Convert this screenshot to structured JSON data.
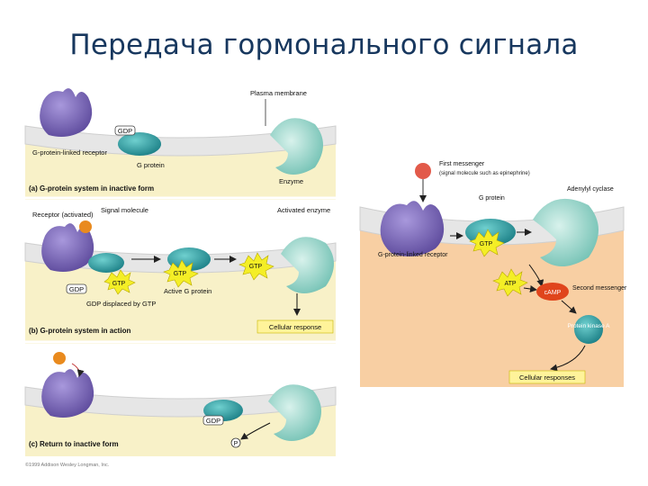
{
  "slide": {
    "title": "Передача гормонального сигнала"
  },
  "left_figure": {
    "panel_a": {
      "plasma_membrane": "Plasma membrane",
      "receptor": "G-protein-linked receptor",
      "gdp": "GDP",
      "g_protein": "G protein",
      "enzyme": "Enzyme",
      "caption": "(a) G-protein system in inactive form"
    },
    "panel_b": {
      "receptor_activated": "Receptor (activated)",
      "signal_molecule": "Signal molecule",
      "activated_enzyme": "Activated enzyme",
      "gdp": "GDP",
      "gtp": "GTP",
      "active_g_protein": "Active G protein",
      "gdp_displaced": "GDP displaced by GTP",
      "cellular_response": "Cellular response",
      "caption": "(b) G-protein system in action"
    },
    "panel_c": {
      "gdp": "GDP",
      "pi": "P",
      "caption": "(c) Return to inactive form",
      "copyright": "©1999 Addison Wesley Longman, Inc."
    }
  },
  "right_figure": {
    "first_messenger": "First messenger",
    "first_messenger_note": "(signal molecule such as epinephrine)",
    "g_protein": "G protein",
    "adenylyl_cyclase": "Adenylyl cyclase",
    "receptor": "G-protein-linked receptor",
    "gtp": "GTP",
    "atp": "ATP",
    "camp": "cAMP",
    "second_messenger": "Second messenger",
    "protein_kinase": "Protein kinase A",
    "cellular_responses": "Cellular responses"
  },
  "colors": {
    "title": "#17375e",
    "panel_bg": "#f8f1c8",
    "cytoplasm": "#f6e6b0",
    "membrane": "#ececec",
    "receptor": "#7f6bb8",
    "g_protein": "#2c9da3",
    "enzyme": "#9fd9cf",
    "signal": "#e98a1e",
    "gtp_burst": "#f4ee26",
    "right_bg": "#f8cfa3",
    "camp": "#e0451c"
  }
}
